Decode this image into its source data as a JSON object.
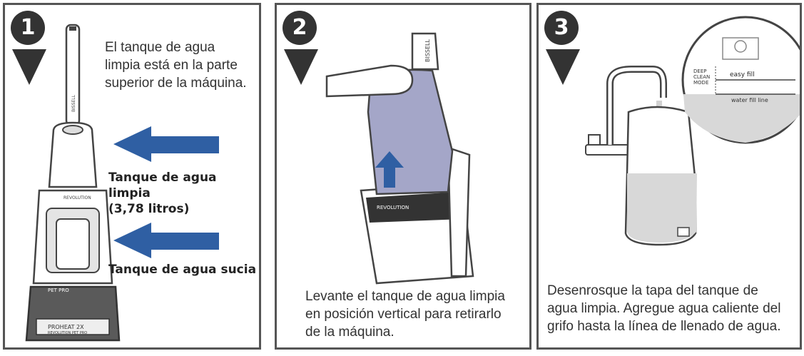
{
  "panels": [
    {
      "step": "1",
      "text": [
        "El tanque de agua",
        "limpia está en la parte",
        "superior de la máquina."
      ],
      "label_clean": [
        "Tanque de agua limpia",
        "(3,78 litros)"
      ],
      "label_dirty": "Tanque de agua sucia",
      "handle_text": "BISSELL",
      "brand_text": "REVOLUTION",
      "pet_pro_text": "PET PRO",
      "model_text": "PROHEAT 2X",
      "model_sub": "REVOLUTION PET PRO"
    },
    {
      "step": "2",
      "text": [
        "Levante el tanque de agua limpia",
        "en posición vertical para retirarlo",
        "de la máquina."
      ],
      "handle_text": "BISSELL",
      "brand_text": "REVOLUTION"
    },
    {
      "step": "3",
      "text": [
        "Desenrosque la tapa del tanque de",
        "agua limpia. Agregue agua caliente del",
        "grifo hasta la línea de llenado de agua."
      ],
      "inset_mode": [
        "DEEP",
        "CLEAN",
        "MODE"
      ],
      "inset_easy_fill": "easy fill",
      "inset_fill_line": "water fill line"
    }
  ]
}
